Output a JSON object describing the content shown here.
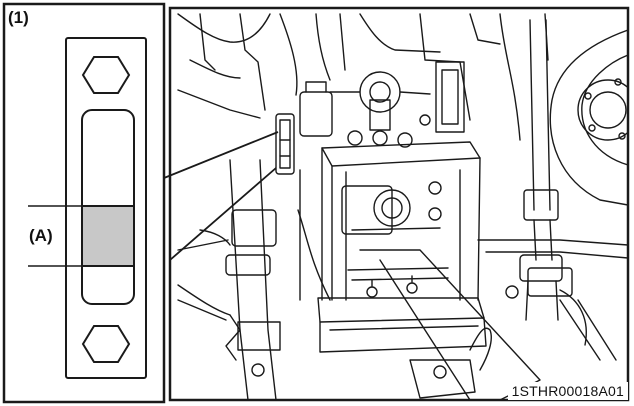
{
  "figure": {
    "label": "(1)",
    "callout_a": "(A)",
    "figure_id": "1STHR00018A01"
  },
  "colors": {
    "line": "#1a1a1a",
    "gauge_fill": "#c8c8c8",
    "background": "#ffffff"
  },
  "icons": [
    "hex-bolt-icon",
    "gauge-window-icon"
  ]
}
